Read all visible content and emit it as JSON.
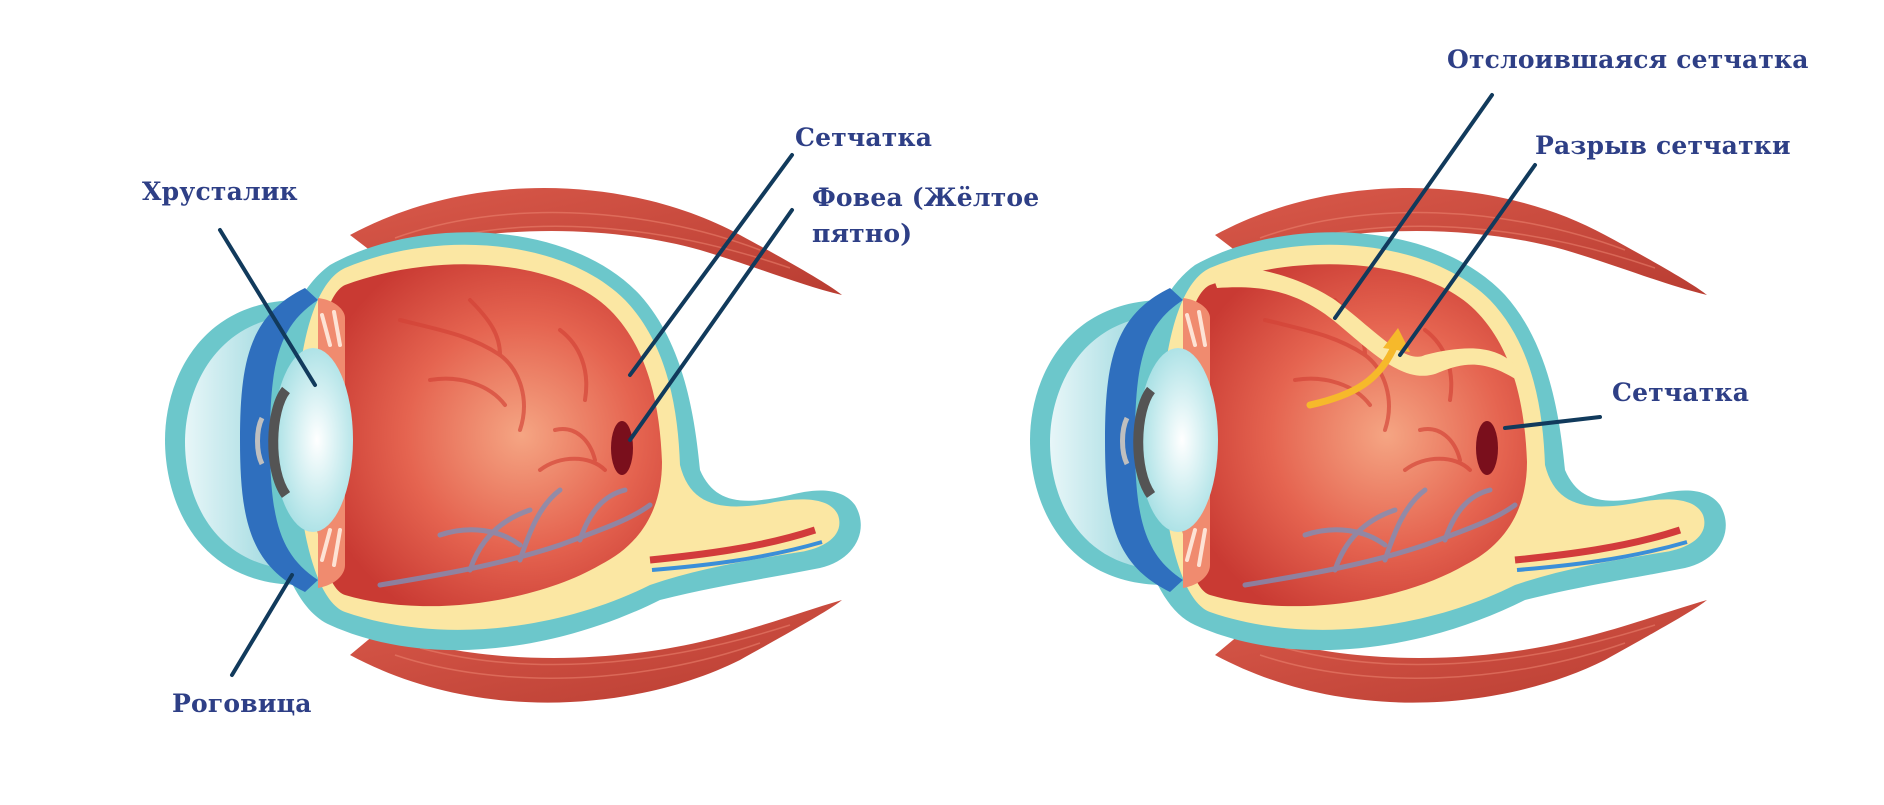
{
  "colors": {
    "label_text": "#2e3f86",
    "leader_line": "#113a5c",
    "sclera_outline": "#6cc7cb",
    "retina": "#fbe7a3",
    "eye_interior": "#e55a4a",
    "muscle": "#cf4f3d",
    "cornea": "#2f6fbe",
    "lens": "#c9eef0",
    "fovea": "#7a0f1c",
    "tear_arrow": "#f6b92b"
  },
  "left_eye": {
    "labels": {
      "lens": "Хрусталик",
      "cornea": "Роговица",
      "retina": "Сетчатка",
      "fovea": "Фовеа (Жёлтое пятно)"
    }
  },
  "right_eye": {
    "labels": {
      "detached_retina": "Отслоившаяся сетчатка",
      "retinal_tear": "Разрыв сетчатки",
      "retina": "Сетчатка"
    }
  }
}
